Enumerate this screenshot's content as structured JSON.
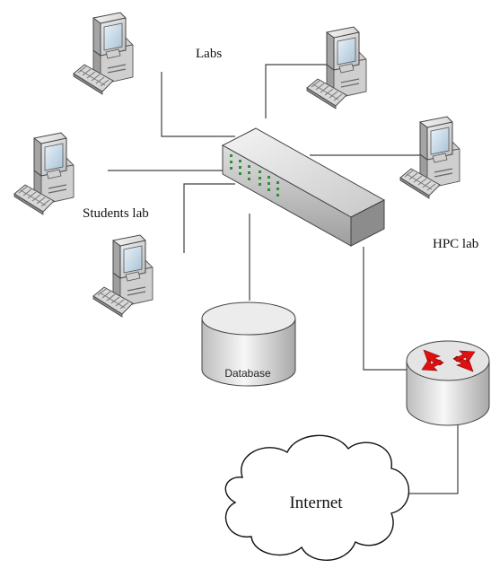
{
  "labels": {
    "labs": "Labs",
    "students_lab": "Students lab",
    "hpc_lab": "HPC lab",
    "database": "Database",
    "internet": "Internet"
  },
  "icons": {
    "computer": "desktop-computer-icon",
    "switch": "network-switch-icon",
    "database": "database-cylinder-icon",
    "router": "router-icon",
    "cloud": "cloud-icon"
  },
  "colors": {
    "line": "#404040",
    "router_arrows": "#e01010",
    "switch_leds": "#2c8f3a",
    "screen": "#c9dbe8"
  }
}
